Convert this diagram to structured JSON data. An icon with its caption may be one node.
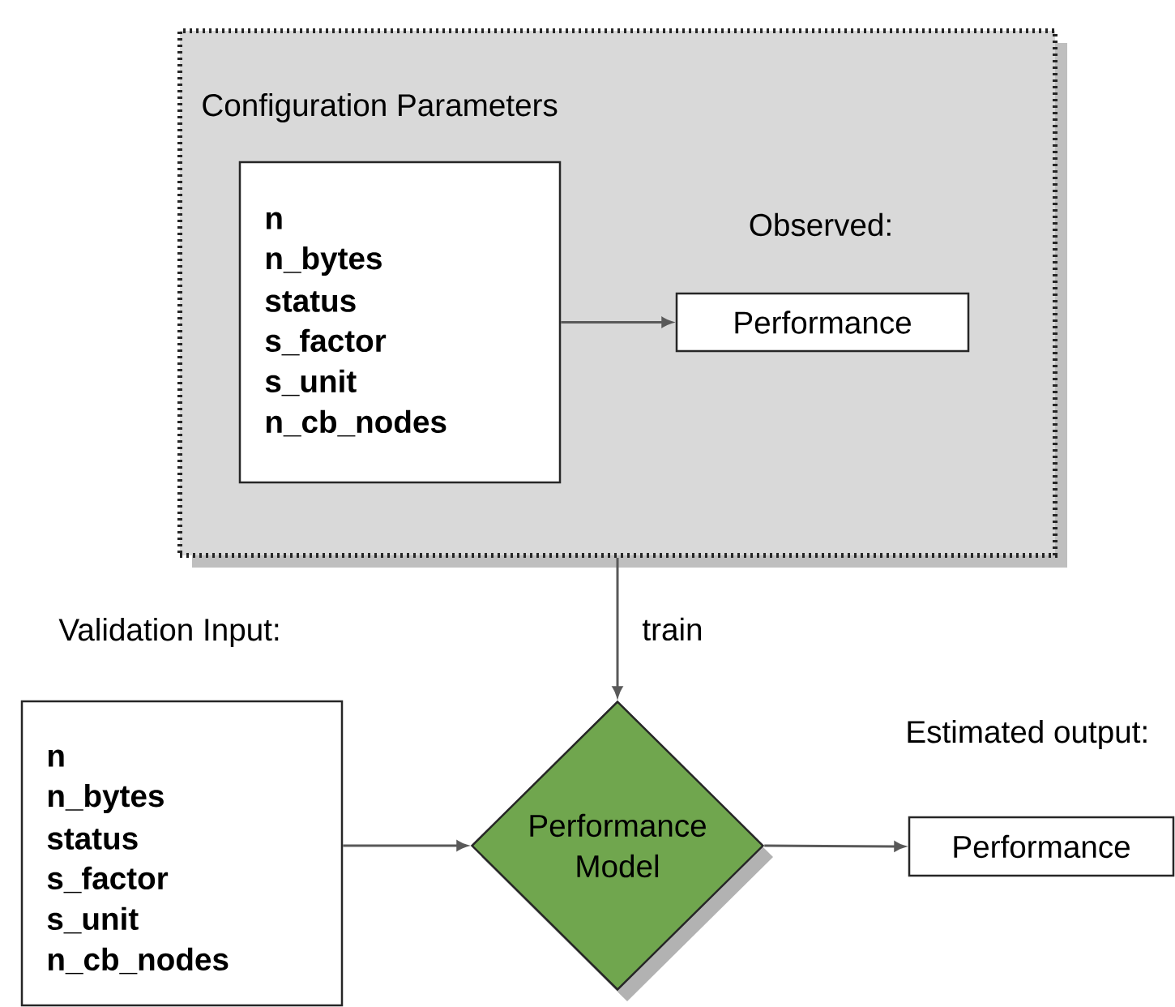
{
  "diagram": {
    "nodes": [
      {
        "text": [
          "Configuration Parameters"
        ]
      },
      {
        "text": [
          "n",
          "n_bytes",
          "status",
          "s_factor",
          "s_unit",
          "n_cb_nodes"
        ],
        "in": 0
      },
      {
        "text": [
          "Observed:",
          "Performance"
        ],
        "in": 0
      },
      {
        "text": [
          "Validation Input:",
          "n",
          "n_bytes",
          "status",
          "s_factor",
          "s_unit",
          "n_cb_nodes"
        ]
      },
      {
        "text": [
          "Performance Model"
        ]
      },
      {
        "text": [
          "Estimated output:",
          "Performance"
        ]
      }
    ],
    "edges": [
      {
        "from": 1,
        "to": 2,
        "arrow": "to"
      },
      {
        "from": 0,
        "to": 4,
        "arrow": "to",
        "label": "train"
      },
      {
        "from": 3,
        "to": 4,
        "arrow": "to"
      },
      {
        "from": 4,
        "to": 5,
        "arrow": "to"
      }
    ]
  }
}
